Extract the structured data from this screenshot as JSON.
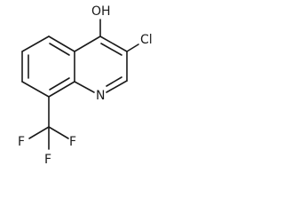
{
  "molecule": {
    "labels": {
      "hydroxyl": "OH",
      "chlorine": "Cl",
      "nitrogen": "N",
      "fluorine_top": "F",
      "fluorine_left": "F",
      "fluorine_bottom": "F"
    },
    "colors": {
      "line": "#1a1a1a",
      "background": "#ffffff"
    }
  }
}
